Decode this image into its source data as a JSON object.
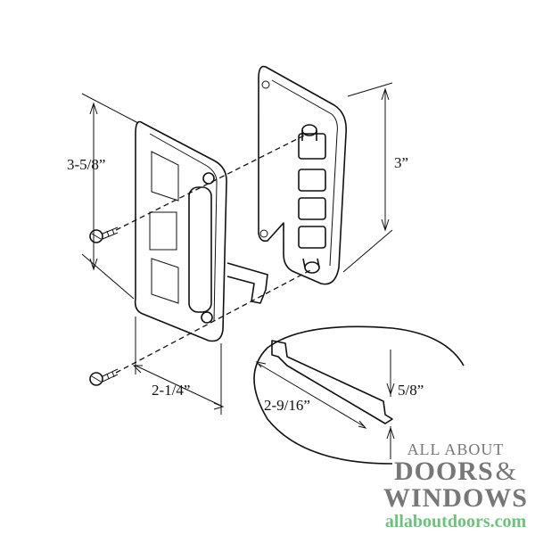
{
  "diagram": {
    "dimensions": {
      "front_height": "3-5/8”",
      "back_height": "3”",
      "front_width": "2-1/4”",
      "latch_length": "2-9/16”",
      "latch_height": "5/8”"
    }
  },
  "logo": {
    "line1": "ALL ABOUT",
    "line2": "DOORS",
    "ampersand": "&",
    "line3": "WINDOWS",
    "url": "allaboutdoors.com",
    "colors": {
      "text": "#777777",
      "url": "#6cc47a"
    }
  }
}
